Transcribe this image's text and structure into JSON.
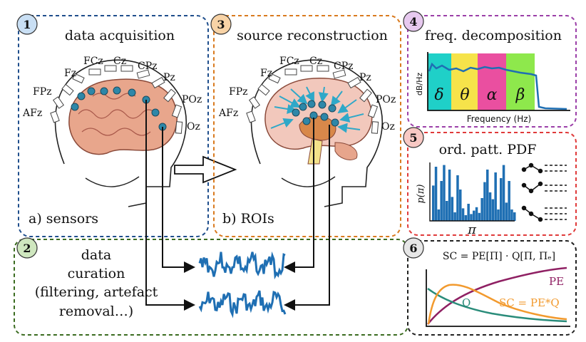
{
  "panels": {
    "p1": {
      "num": "1",
      "title": "data acquisition",
      "sublabel": "a) sensors",
      "color": "#1f4e8c",
      "badge": "#c9dff4"
    },
    "p2": {
      "num": "2",
      "title_lines": [
        "data",
        "curation",
        "(filtering, artefact",
        "removal…)"
      ],
      "color": "#3a6b1f",
      "badge": "#cfe7bf"
    },
    "p3": {
      "num": "3",
      "title": "source reconstruction",
      "sublabel": "b) ROIs",
      "color": "#d97a1e",
      "badge": "#f8d3a6"
    },
    "p4": {
      "num": "4",
      "title": "freq. decomposition",
      "color": "#9b3fa8",
      "badge": "#e7c9ef",
      "ylabel": "dB/Hz",
      "xlabel": "Frequency (Hz)",
      "bands": [
        {
          "label": "δ",
          "color": "#1fd0c8"
        },
        {
          "label": "θ",
          "color": "#f6e34a"
        },
        {
          "label": "α",
          "color": "#ea4fa0"
        },
        {
          "label": "β",
          "color": "#8ee84c"
        }
      ]
    },
    "p5": {
      "num": "5",
      "title": "ord. patt. PDF",
      "color": "#e03a3a",
      "badge": "#f8c9c4",
      "ylabel": "p(π)",
      "xlabel": "π",
      "values": [
        0.62,
        0.95,
        0.2,
        0.7,
        0.98,
        0.35,
        0.9,
        0.42,
        0.15,
        0.8,
        0.55,
        0.22,
        0.1,
        0.3,
        0.12,
        0.18,
        0.24,
        0.14,
        0.4,
        0.68,
        0.9,
        0.5,
        0.38,
        0.85,
        0.2,
        0.75,
        0.98,
        0.32,
        0.7,
        0.2,
        0.15
      ]
    },
    "p6": {
      "num": "6",
      "formula": "SC = PE[Π] · Q[Π, Πₑ]",
      "color": "#222222",
      "badge": "#e6e6e6",
      "curves": [
        {
          "label": "PE",
          "color": "#8f2063"
        },
        {
          "label": "Q",
          "color": "#2a8c7a"
        },
        {
          "label": "SC = PE*Q",
          "color": "#f29a2e"
        }
      ]
    }
  },
  "electrodes": {
    "sensors": [
      "AFz",
      "FPz",
      "Fz",
      "FCz",
      "Cz",
      "CPz",
      "Pz",
      "POz",
      "Oz"
    ],
    "rois": [
      "AFz",
      "FPz",
      "Fz",
      "FCz",
      "Cz",
      "CPz",
      "Pz",
      "POz",
      "Oz"
    ]
  },
  "colors": {
    "electrode": "#2e87a8",
    "signal": "#1f6fb3",
    "arrow": "#111111"
  }
}
